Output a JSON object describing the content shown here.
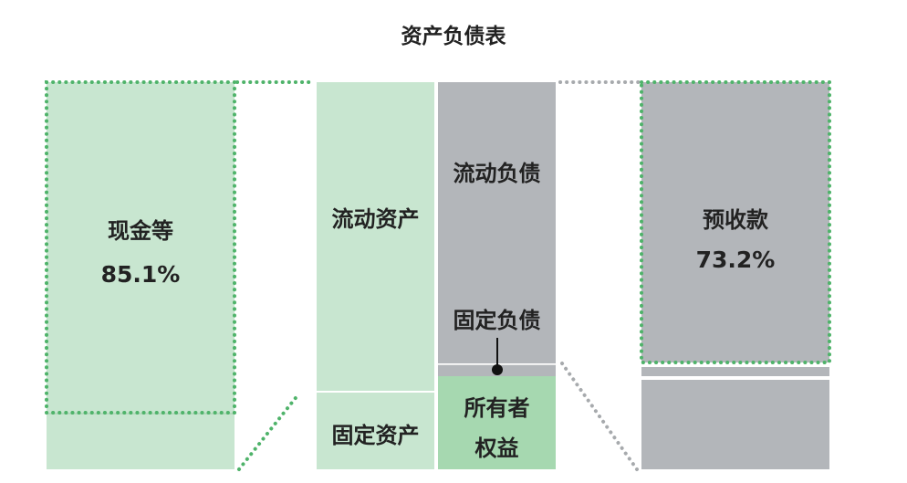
{
  "title": "资产负债表",
  "left_detail": {
    "label": "现金等",
    "percent": "85.1%"
  },
  "assets": {
    "current": "流动资产",
    "fixed": "固定资产"
  },
  "liabilities": {
    "current": "流动负债",
    "fixed": "固定负债",
    "equity_line1": "所有者",
    "equity_line2": "权益"
  },
  "right_detail": {
    "label": "预收款",
    "percent": "73.2%"
  },
  "colors": {
    "light_green": "#c8e6d0",
    "mid_green": "#a6d8b0",
    "gray": "#b3b6ba",
    "dotted_green": "#4fb36a",
    "dotted_gray": "#a7aaad",
    "white_gap": "#f4f4f4"
  }
}
